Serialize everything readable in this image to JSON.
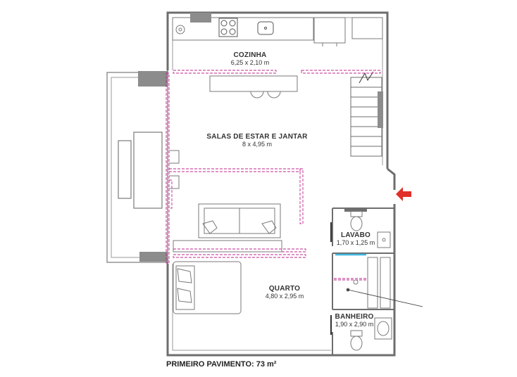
{
  "rooms": {
    "cozinha": {
      "name": "COZINHA",
      "dims": "6,25 x 2,10 m"
    },
    "salas": {
      "name": "SALAS DE ESTAR E JANTAR",
      "dims": "8 x 4,95 m"
    },
    "lavabo": {
      "name": "LAVABO",
      "dims": "1,70 x 1,25 m"
    },
    "quarto": {
      "name": "QUARTO",
      "dims": "4,80 x 2,95 m"
    },
    "banheiro": {
      "name": "BANHEIRO",
      "dims": "1,90 x 2,90 m"
    }
  },
  "caption": "PRIMEIRO PAVIMENTO: 73 m²",
  "colors": {
    "wall": "#6e6e6e",
    "column": "#8c8c8c",
    "furniture": "#7a7a7a",
    "dashed": "#c0248c",
    "entry_arrow": "#e0302a",
    "glass": "#3fb6e0"
  },
  "icons": [
    "entry-arrow-icon",
    "stairs-icon",
    "sink-icon",
    "cooktop-icon",
    "toilet-icon",
    "bed-icon",
    "sofa-icon"
  ]
}
